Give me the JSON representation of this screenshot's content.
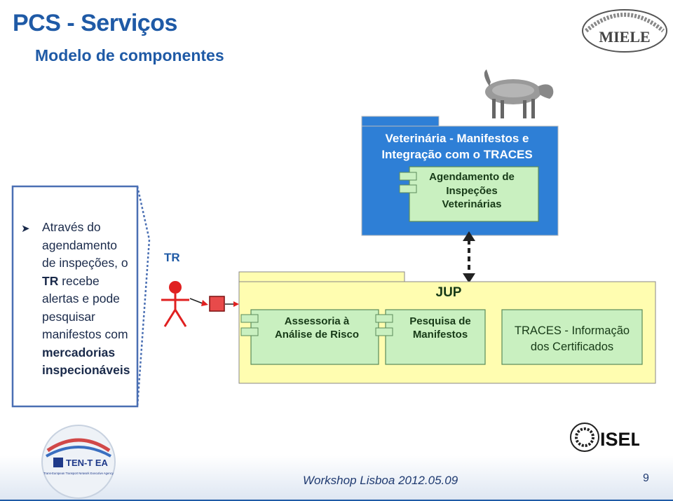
{
  "header": {
    "title": "PCS - Serviços",
    "subtitle": "Modelo de componentes"
  },
  "logos": {
    "top_right": "MIELE",
    "isel": "ISEL",
    "ten_t": "TEN-T EA",
    "ten_t_sub": "Trans-European Transport Network Executive Agency"
  },
  "callout": {
    "lines": [
      "Através do",
      "agendamento",
      "de inspeções, o"
    ],
    "line4_bold": "TR",
    "line4_rest": " recebe",
    "lines2": [
      "alertas e pode",
      "pesquisar",
      "manifestos com"
    ],
    "bold_lines": [
      "mercadorias",
      "inspecionáveis"
    ]
  },
  "actor": {
    "label": "TR"
  },
  "packages": {
    "vet": {
      "title_line1": "Veterinária - Manifestos e",
      "title_line2": "Integração com o TRACES",
      "component": [
        "Agendamento de",
        "Inspeções",
        "Veterinárias"
      ]
    },
    "jup": {
      "title": "JUP",
      "components": [
        [
          "Assessoria à",
          "Análise de Risco"
        ],
        [
          "Pesquisa de",
          "Manifestos"
        ]
      ],
      "traces": [
        "TRACES - Informação",
        "dos Certificados"
      ]
    }
  },
  "colors": {
    "brand_blue": "#1f5aa6",
    "vet_package": "#2e7fd6",
    "jup_package": "#fffdb0",
    "component_green": "#c9f0c0",
    "port_red": "#e84a4a"
  },
  "footer": {
    "text": "Workshop Lisboa 2012.05.09",
    "page": "9"
  }
}
